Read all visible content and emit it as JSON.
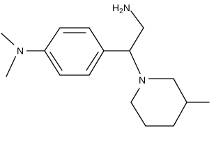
{
  "molecule": {
    "atoms": {
      "amine_n": "N",
      "amine_h": "H",
      "amine_h_count": "2",
      "dimethylamino_n": "N",
      "piperidine_n": "N"
    },
    "colors": {
      "bond": "#000000",
      "label": "#000000",
      "background": "#ffffff"
    }
  }
}
